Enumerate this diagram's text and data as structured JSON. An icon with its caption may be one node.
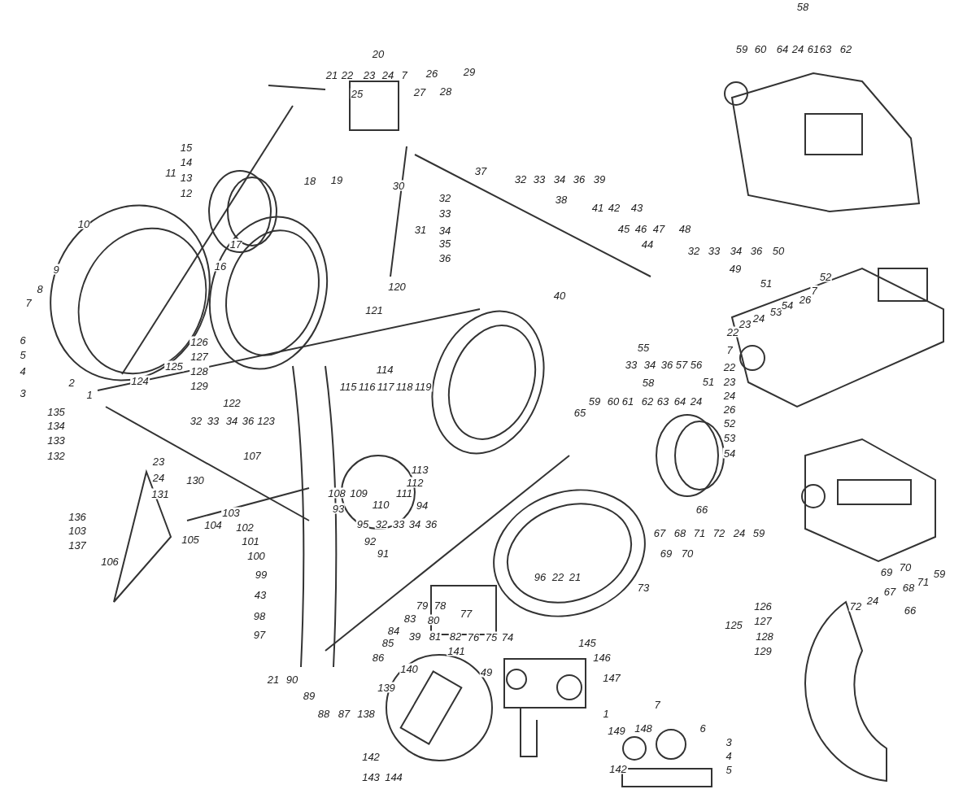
{
  "diagram": {
    "labels": [
      "58",
      "20",
      "59",
      "60",
      "64",
      "24",
      "61",
      "63",
      "62",
      "21",
      "22",
      "23",
      "24",
      "7",
      "26",
      "29",
      "25",
      "27",
      "28",
      "15",
      "14",
      "13",
      "12",
      "11",
      "37",
      "18",
      "19",
      "30",
      "32",
      "33",
      "34",
      "36",
      "39",
      "32",
      "38",
      "33",
      "34",
      "35",
      "36",
      "31",
      "41",
      "42",
      "43",
      "45",
      "46",
      "47",
      "48",
      "44",
      "32",
      "33",
      "34",
      "36",
      "50",
      "49",
      "10",
      "17",
      "16",
      "120",
      "121",
      "51",
      "52",
      "22",
      "23",
      "24",
      "53",
      "54",
      "26",
      "7",
      "9",
      "8",
      "7",
      "40",
      "6",
      "5",
      "4",
      "3",
      "2",
      "1",
      "126",
      "127",
      "128",
      "129",
      "125",
      "124",
      "55",
      "33",
      "34",
      "36",
      "57",
      "56",
      "58",
      "59",
      "60",
      "61",
      "62",
      "63",
      "64",
      "24",
      "51",
      "7",
      "22",
      "23",
      "24",
      "26",
      "52",
      "53",
      "54",
      "114",
      "115",
      "116",
      "117",
      "118",
      "119",
      "122",
      "32",
      "33",
      "34",
      "36",
      "123",
      "135",
      "134",
      "133",
      "132",
      "23",
      "24",
      "131",
      "107",
      "130",
      "103",
      "104",
      "102",
      "105",
      "136",
      "103",
      "137",
      "106",
      "101",
      "100",
      "99",
      "43",
      "98",
      "97",
      "113",
      "112",
      "108",
      "109",
      "111",
      "110",
      "93",
      "94",
      "95",
      "32",
      "33",
      "34",
      "36",
      "92",
      "91",
      "65",
      "66",
      "67",
      "68",
      "71",
      "72",
      "24",
      "59",
      "69",
      "70",
      "96",
      "22",
      "21",
      "73",
      "79",
      "78",
      "77",
      "83",
      "80",
      "84",
      "39",
      "81",
      "82",
      "85",
      "86",
      "76",
      "75",
      "74",
      "21",
      "90",
      "89",
      "88",
      "87",
      "138",
      "141",
      "140",
      "139",
      "49",
      "145",
      "146",
      "147",
      "1",
      "142",
      "143",
      "144",
      "7",
      "149",
      "148",
      "6",
      "142",
      "3",
      "4",
      "5",
      "69",
      "70",
      "71",
      "59",
      "67",
      "68",
      "72",
      "24",
      "66",
      "126",
      "127",
      "128",
      "129",
      "125"
    ]
  }
}
